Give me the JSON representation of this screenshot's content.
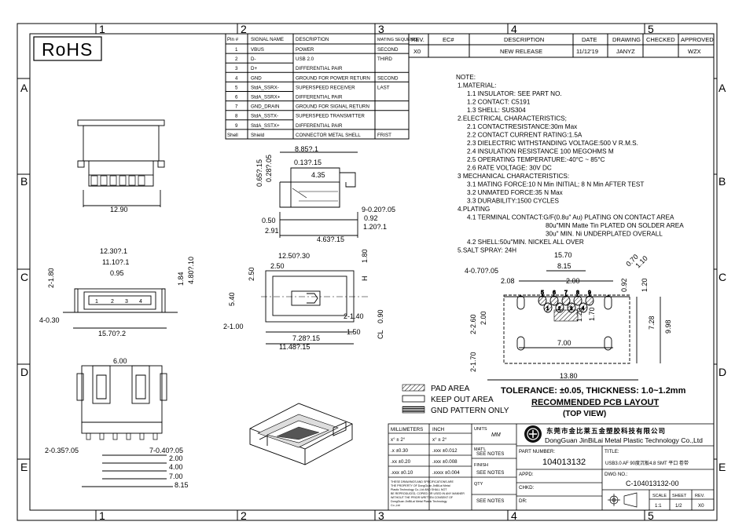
{
  "zone_cols": [
    "1",
    "2",
    "3",
    "4",
    "5"
  ],
  "zone_rows": [
    "A",
    "B",
    "C",
    "D",
    "E"
  ],
  "rohs": "RoHS",
  "pin_table": {
    "headers": [
      "Pin #",
      "SIGNAL NAME",
      "DESCRIPTION",
      "MATING SEQUENCE"
    ],
    "rows": [
      {
        "pin": "1",
        "signal": "VBUS",
        "desc": "POWER",
        "seq": "SECOND"
      },
      {
        "pin": "2",
        "signal": "D-",
        "desc": "USB 2.0",
        "seq": "THIRD"
      },
      {
        "pin": "3",
        "signal": "D+",
        "desc": "DIFFERENTIAL PAIR",
        "seq": ""
      },
      {
        "pin": "4",
        "signal": "GND",
        "desc": "GROUND FOR POWER RETURN",
        "seq": "SECOND"
      },
      {
        "pin": "5",
        "signal": "StdA_SSRX-",
        "desc": "SUPERSPEED RECEIVER",
        "seq": "LAST"
      },
      {
        "pin": "6",
        "signal": "StdA_SSRX+",
        "desc": "DIFFERENTIAL PAIR",
        "seq": ""
      },
      {
        "pin": "7",
        "signal": "GND_DRAIN",
        "desc": "GROUND FOR SIGNAL RETURN",
        "seq": ""
      },
      {
        "pin": "8",
        "signal": "StdA_SSTX-",
        "desc": "SUPERSPEED TRANSMITTER",
        "seq": ""
      },
      {
        "pin": "9",
        "signal": "StdA_SSTX+",
        "desc": "DIFFERENTIAL PAIR",
        "seq": ""
      },
      {
        "pin": "Shell",
        "signal": "Shield",
        "desc": "CONNECTOR METAL SHELL",
        "seq": "FRIST"
      }
    ]
  },
  "revision_table": {
    "headers": [
      "REV.",
      "EC#",
      "DESCRIPTION",
      "DATE",
      "DRAWING",
      "CHECKED",
      "APPROVED"
    ],
    "row": {
      "rev": "X0",
      "ec": "",
      "desc": "NEW RELEASE",
      "date": "11/12'19",
      "drawing": "JANYZ",
      "checked": "",
      "approved": "WZX"
    }
  },
  "notes": [
    "NOTE:",
    "1.MATERIAL:",
    "1.1  INSULATOR: SEE PART NO.",
    "1.2  CONTACT: C5191",
    "1.3  SHELL: SUS304",
    "2.ELECTRICAL CHARACTERISTICS;",
    "2.1  CONTACTRESISTANCE:30m  Max",
    "2.2  CONTACT CURRENT RATING:1.5A",
    "2.3  DIELECTRIC WITHSTANDING VOLTAGE:500 V R.M.S.",
    "2.4  INSULATION RESISTANCE 100 MEGOHMS M",
    "2.5  OPERATING TEMPERATURE:-40°C ~ 85°C",
    "2.6  RATE VOLTAGE: 30V DC",
    "3  MECHANICAL CHARACTERISTICS:",
    "3.1  MATING FORCE:10 N   Min INITIAL; 8 N Min AFTER TEST",
    "3.2  UNMATED FORCE:35 N Max",
    "3.3  DURABILITY:1500 CYCLES",
    "4.PLATING",
    "4.1  TERMINAL CONTACT:G/F(0.8u\" Au) PLATING ON CONTACT AREA",
    "80u\"MIN Matte Tin PLATED ON SOLDER AREA",
    "30u\" MIN. Ni UNDERPLATED OVERALL",
    "4.2  SHELL:50u\"MIN. NICKEL ALL OVER",
    "5.SALT SPRAY: 24H"
  ],
  "dims_front": {
    "width": "12.90"
  },
  "dims_side": {
    "a": "8.85?.1",
    "b": "0.13?.15",
    "c": "4.35",
    "d": "0.65?.15",
    "e": "0.28?.05",
    "f": "0.50",
    "g": "2.91",
    "h": "9-0.20?.05",
    "i": "0.92",
    "j": "1.20?.1",
    "k": "4.63?.15"
  },
  "dims_face": {
    "a": "12.30?.1",
    "b": "11.10?.1",
    "c": "0.95",
    "d": "2-1.80",
    "e": "1.84",
    "f": "4.80?.10",
    "g": "4-0.30",
    "h": "15.70?.2",
    "pins": [
      "1",
      "2",
      "3",
      "4"
    ]
  },
  "dims_top": {
    "a": "12.50?.30",
    "b": "2.50",
    "c": "2.50",
    "d": "1.80",
    "e": "H",
    "f": "5.40",
    "g": "2-1.00",
    "h": "2-1.40",
    "i": "1.50",
    "j": "7.28?.15",
    "k": "11.48?.15",
    "l": "CL",
    "m": "0.90"
  },
  "dims_bottom": {
    "a": "6.00",
    "b": "2-0.35?.05",
    "c": "7-0.40?.05",
    "d": "2.00",
    "e": "4.00",
    "f": "7.00",
    "g": "8.15"
  },
  "pcb": {
    "d_15_70": "15.70",
    "d_8_15": "8.15",
    "d_holes": "4-0.70?.05",
    "d_0_70": "0.70",
    "d_1_10": "1.10",
    "d_2_08": "2.08",
    "d_2_00": "2.00",
    "d_0_92": "0.92",
    "d_1_20a": "1.20",
    "d_2_60": "2-2.60",
    "d_2_00v": "2.00",
    "d_1_20b": "1.20",
    "d_1_70": "1.70",
    "d_7_00": "7.00",
    "d_7_28": "7.28",
    "d_9_98": "9.98",
    "d_2_170": "2-1.70",
    "d_13_80": "13.80",
    "pad_nums": [
      "5",
      "6",
      "7",
      "8",
      "9"
    ],
    "pad_nums_b": [
      "1",
      "2",
      "3",
      "4"
    ]
  },
  "legend": {
    "pad": "PAD AREA",
    "keepout": "KEEP OUT AREA",
    "gnd": "GND PATTERN ONLY"
  },
  "tolerance": "TOLERANCE: ±0.05, THICKNESS: 1.0~1.2mm",
  "pcb_title": "RECOMMENDED PCB LAYOUT",
  "pcb_sub": "(TOP VIEW)",
  "title_block": {
    "mm": "MILLIMETERS",
    "inch": "INCH",
    "units": "UNITS",
    "units_val": "MM",
    "tol_rows": [
      [
        "x° ± 2°",
        "x° ± 2°"
      ],
      [
        ".x  ±0.30",
        ".xxx  ±0.012"
      ],
      [
        ".xx  ±0.20",
        ".xxx  ±0.008"
      ],
      [
        ".xxx ±0.10",
        ".xxxx ±0.004"
      ]
    ],
    "matl": "MAT'L",
    "see1": "SEE NOTES",
    "finish": "FINISH",
    "see2": "SEE NOTES",
    "qty": "QTY",
    "see3": "SEE NOTES",
    "company_cn": "东莞市金比莱五金塑胶科技有限公司",
    "company_en": "DongGuan JinBiLai Metal Plastic Technology Co.,Ltd",
    "part_no_label": "PART NUMBER:",
    "part_no": "104013132",
    "title_label": "TITLE:",
    "title_val": "USB3.0 AF 90度沉板4.8 SMT 平口 卷带",
    "appd": "APPD:",
    "chkd": "CHKD:",
    "dr": "DR:",
    "dwg_no_label": "DWG NO.:",
    "dwg_no": "C-104013132-00",
    "scale_label": "SCALE",
    "scale": "1:1",
    "sheet_label": "SHEET",
    "sheet": "1/2",
    "rev_label": "REV.",
    "rev": "X0",
    "proprietary": "THESE DRAWINGS AND SPECIFICATIONS ARE THE PROPERTY OF DongGuan JinBiLai Metal Plastic Technology Co.,Ltd AND SHALL NOT BE REPRODUCED, COPIED OR USED IN ANY MANNER WITHOUT THE PRIOR WRITTEN CONSENT OF DongGuan JinBiLai Metal Plastic Technology Co.,Ltd"
  }
}
